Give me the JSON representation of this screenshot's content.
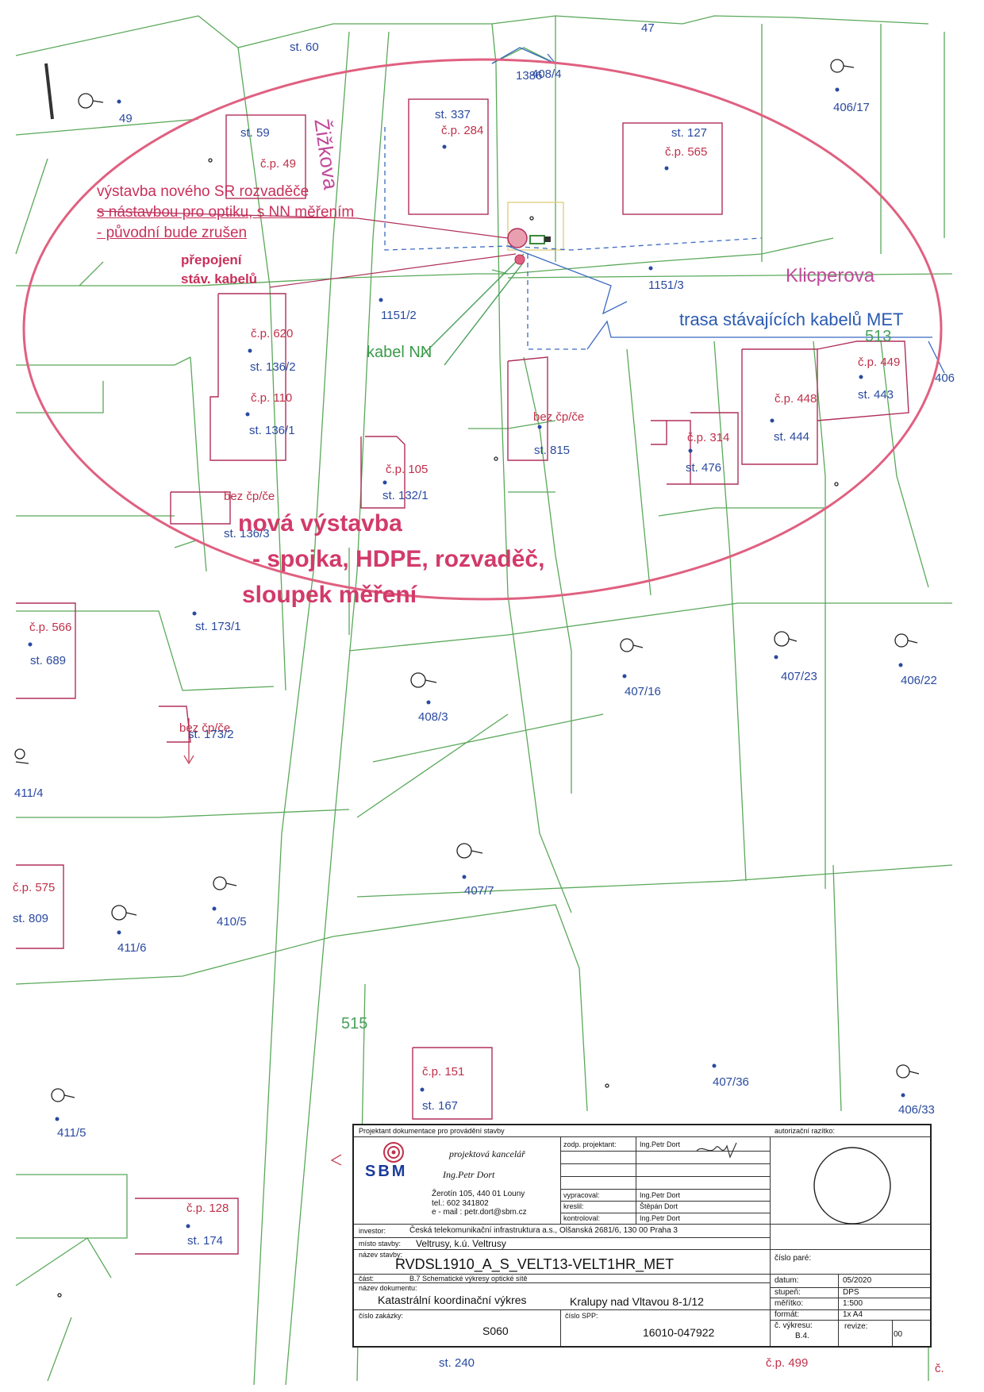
{
  "streets": {
    "zizkova": "Žižkova",
    "klicperova": "Klicperova"
  },
  "parcels": {
    "st60": "st. 60",
    "p47": "47",
    "p1386": "1386",
    "p408_4": "408/4",
    "p406_17": "406/17",
    "p49": "49",
    "st337": "st. 337",
    "cp284": "č.p. 284",
    "st127": "st. 127",
    "cp565": "č.p. 565",
    "st59": "st. 59",
    "cp49": "č.p. 49",
    "p1151_3": "1151/3",
    "p1151_2": "1151/2",
    "cp620": "č.p. 620",
    "st136_2": "st. 136/2",
    "cp110": "č.p. 110",
    "st136_1": "st. 136/1",
    "bez1": "bez čp/če",
    "st815": "st. 815",
    "cp314": "č.p. 314",
    "st476": "st. 476",
    "cp448": "č.p. 448",
    "st444": "st. 444",
    "cp449": "č.p. 449",
    "st443": "st. 443",
    "p406": "406",
    "cp105": "č.p. 105",
    "st132_1": "st. 132/1",
    "bez2": "bez čp/če",
    "st136_3": "st. 136/3",
    "st173_1": "st. 173/1",
    "cp566": "č.p. 566",
    "st689": "st. 689",
    "p408_3": "408/3",
    "p407_16": "407/16",
    "p407_23": "407/23",
    "p406_22": "406/22",
    "bez3": "bez čp/če",
    "st173_2": "st. 173/2",
    "p411_4": "411/4",
    "cp575": "č.p. 575",
    "st809": "st. 809",
    "p411_6": "411/6",
    "p410_5": "410/5",
    "p407_7": "407/7",
    "cp151": "č.p. 151",
    "st167": "st. 167",
    "p407_36": "407/36",
    "p406_33": "406/33",
    "p411_5": "411/5",
    "cp128": "č.p. 128",
    "st174": "st. 174",
    "st240": "st. 240",
    "cp499": "č.p. 499",
    "cp_cut": "č."
  },
  "points": {
    "p513": "513",
    "p515": "515"
  },
  "annotations": {
    "sr_line1": "výstavba nového SR rozvaděče",
    "sr_line2": "s nástavbou pro optiku, s NN měřením",
    "sr_line3": "- původní bude zrušen",
    "prepojeni1": "přepojení",
    "prepojeni2": "stáv. kabelů",
    "kabel_nn": "kabel NN",
    "trasa_met": "trasa stávajících kabelů MET",
    "nova1": "nová výstavba",
    "nova2": "- spojka, HDPE, rozvaděč,",
    "nova3": "sloupek měření"
  },
  "title_block": {
    "header_left": "Projektant dokumentace pro provádění stavby",
    "header_right": "autorizační razítko:",
    "logo_text": "SBM",
    "office": "projektová kancelář",
    "engineer": "Ing.Petr Dort",
    "address": "Žerotín 105, 440 01 Louny",
    "phone": "tel.: 602 341802",
    "email": "e - mail : petr.dort@sbm.cz",
    "roles": [
      {
        "label": "zodp. projektant:",
        "value": "Ing.Petr Dort"
      },
      {
        "label": "vypracoval:",
        "value": "Ing.Petr Dort"
      },
      {
        "label": "kreslil:",
        "value": "Štěpán Dort"
      },
      {
        "label": "kontroloval:",
        "value": "Ing.Petr Dort"
      }
    ],
    "investor_label": "investor:",
    "investor": "Česká telekomunikační infrastruktura a.s., Olšanská 2681/6, 130 00 Praha 3",
    "misto_label": "místo stavby:",
    "misto": "Veltrusy, k.ú. Veltrusy",
    "nazev_stavby_label": "název stavby:",
    "nazev_stavby": "RVDSL1910_A_S_VELT13-VELT1HR_MET",
    "cislo_pare_label": "číslo paré:",
    "cast_label": "část:",
    "cast": "B.7 Schematické výkresy optické sítě",
    "nazev_dok_label": "název dokumentu:",
    "nazev_dok": "Katastrální koordinační výkres",
    "nazev_dok_place": "Kralupy nad Vltavou 8-1/12",
    "cislo_zakazky_label": "číslo zakázky:",
    "cislo_zakazky": "S060",
    "cislo_spp_label": "číslo SPP:",
    "cislo_spp": "16010-047922",
    "meta": [
      {
        "label": "datum:",
        "value": "05/2020"
      },
      {
        "label": "stupeň:",
        "value": "DPS"
      },
      {
        "label": "měřítko:",
        "value": "1:500"
      },
      {
        "label": "formát:",
        "value": "1x A4"
      }
    ],
    "vykres_label": "č. výkresu:",
    "vykres": "B.4.",
    "revize_label": "revize:",
    "revize": "00"
  },
  "colors": {
    "parcel_line": "#5aa85a",
    "parcel_text": "#2a4aa0",
    "building_line": "#b0305a",
    "ellipse": "#e06080",
    "met_cable": "#3a6ac0",
    "nn_cable": "#4aa05a"
  }
}
